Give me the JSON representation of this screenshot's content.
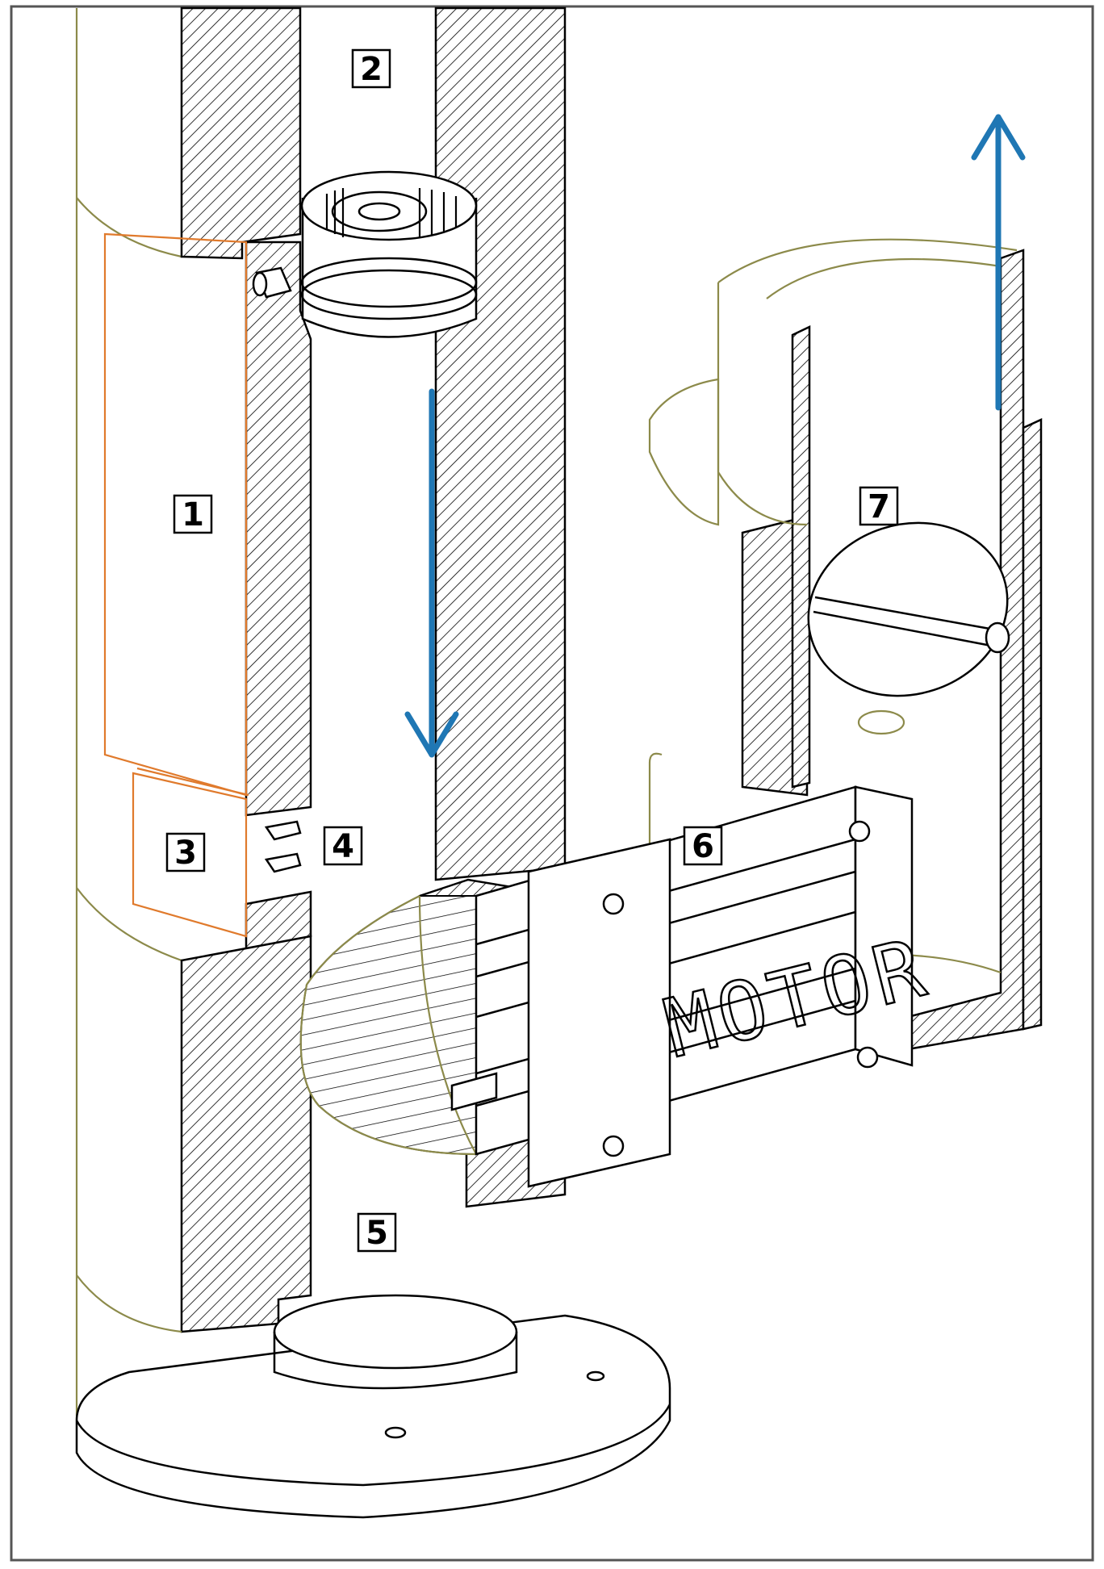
{
  "labels": {
    "l1": "1",
    "l2": "2",
    "l3": "3",
    "l4": "4",
    "l5": "5",
    "l6": "6",
    "l7": "7"
  },
  "motor_text": "MOTOR",
  "colors": {
    "flow_arrow": "#1f77b4",
    "hatch": "#000000",
    "outline": "#8c8a4a",
    "highlight": "#e07a2c"
  },
  "icons": {
    "down": "arrow-down-icon",
    "up": "arrow-up-icon"
  }
}
